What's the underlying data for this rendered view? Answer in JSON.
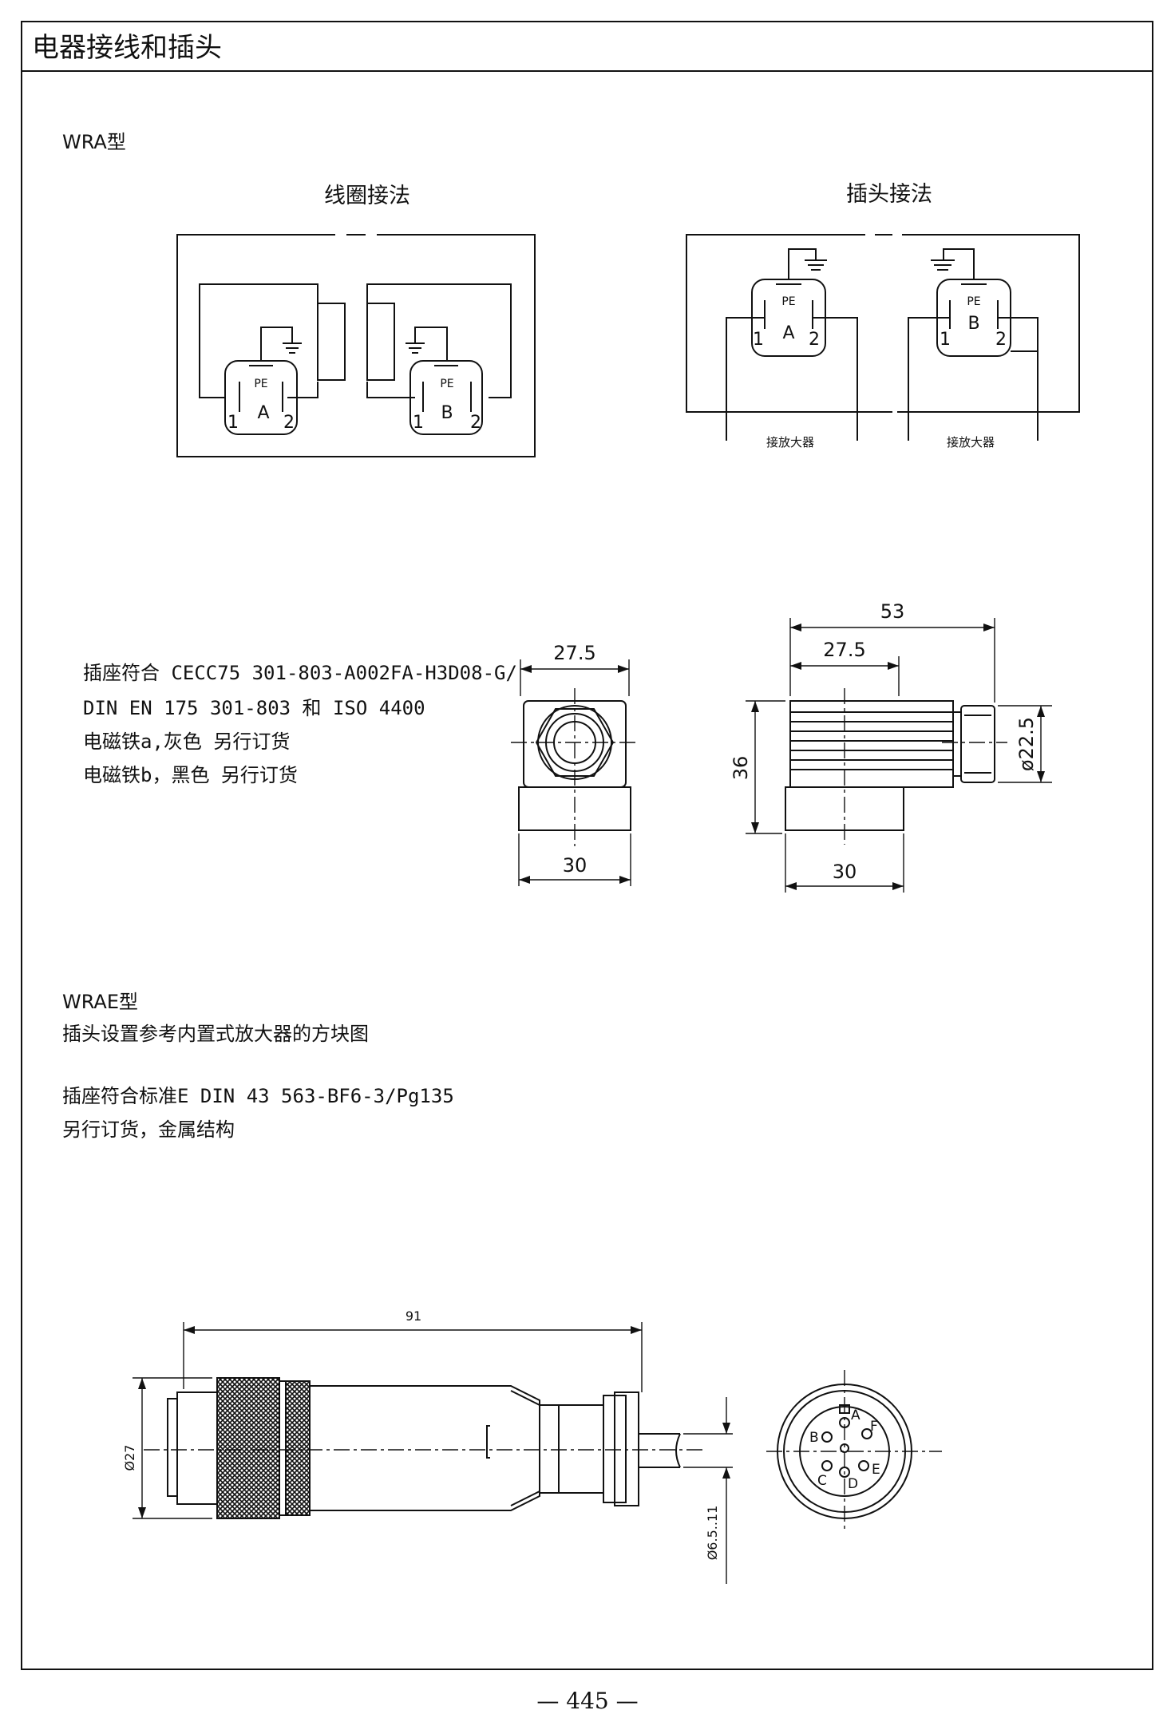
{
  "page_title": "电器接线和插头",
  "wra": {
    "heading": "WRA型",
    "coil_caption": "线圈接法",
    "plug_caption": "插头接法",
    "pe": "PE",
    "pin1": "1",
    "pin2": "2",
    "label_a": "A",
    "label_b": "B",
    "amp_label": "接放大器",
    "spec_lines": [
      "插座符合 CECC75 301-803-A002FA-H3D08-G/",
      "DIN EN 175 301-803 和 ISO 4400",
      "电磁铁a,灰色 另行订货",
      "电磁铁b，黑色 另行订货"
    ],
    "dims": {
      "front_top": "27.5",
      "front_bottom": "30",
      "side_overall": "53",
      "side_top": "27.5",
      "side_height": "36",
      "side_dia": "ø22.5",
      "side_bottom": "30"
    }
  },
  "wrae": {
    "heading": "WRAE型",
    "line1": "插头设置参考内置式放大器的方块图",
    "line2": "插座符合标准E DIN 43 563-BF6-3/Pg135",
    "line3": "另行订货，金属结构",
    "dims": {
      "length": "91",
      "dia": "Ø27",
      "cable": "Ø6.5..11"
    },
    "pins": [
      "A",
      "B",
      "C",
      "D",
      "E",
      "F"
    ]
  },
  "page_number": "— 445 —"
}
